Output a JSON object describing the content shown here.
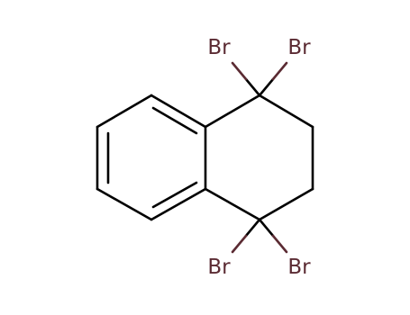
{
  "structure": {
    "atom_labels": [
      "Br",
      "Br",
      "Br",
      "Br"
    ]
  },
  "colors": {
    "bond": "#000000",
    "bromine": "#5b2b33",
    "background": "#ffffff"
  }
}
